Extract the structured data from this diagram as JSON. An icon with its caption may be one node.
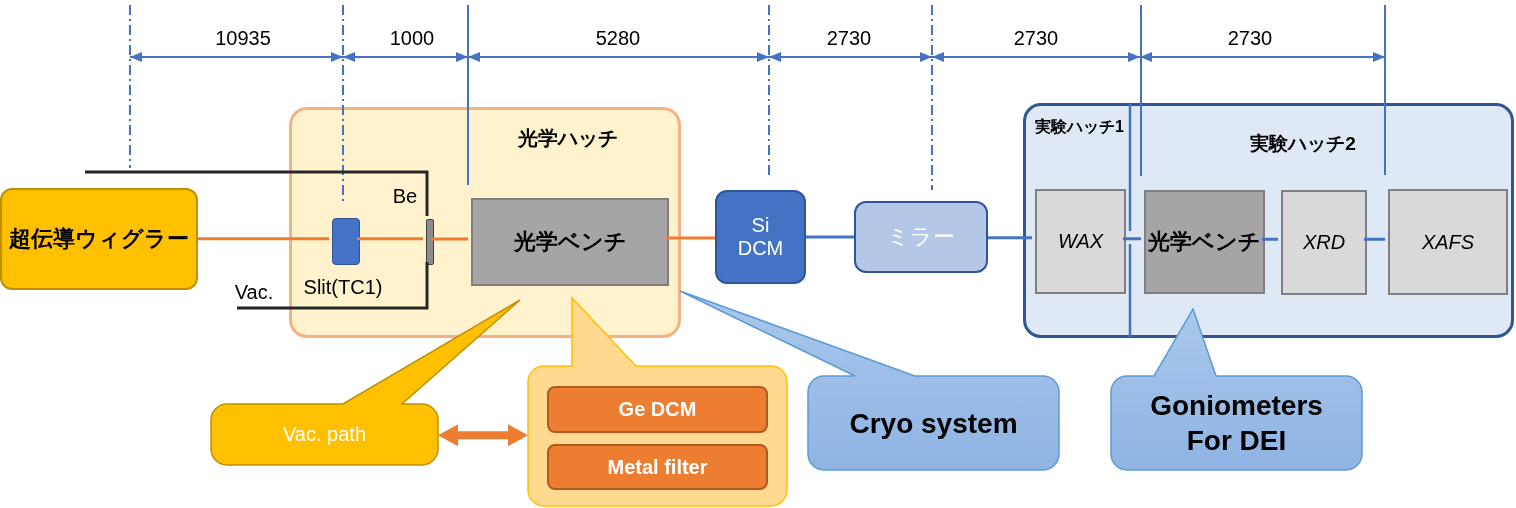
{
  "diagram": {
    "nodes": [
      {
        "text": [
          "超伝導ウィグラー"
        ]
      },
      {
        "text": [
          "光学ハッチ"
        ]
      },
      {
        "text": [],
        "shape": "box",
        "in": 1
      },
      {
        "text": [],
        "shape": "bar",
        "in": 1
      },
      {
        "text": [
          "光学ベンチ"
        ],
        "in": 1
      },
      {
        "text": [
          "Si DCM"
        ]
      },
      {
        "text": [
          "ミラー"
        ]
      },
      {
        "text": [
          "実験ハッチ1",
          "実験ハッチ2"
        ]
      },
      {
        "text": [
          "WAX"
        ],
        "in": 7
      },
      {
        "text": [
          "光学ベンチ"
        ],
        "in": 7
      },
      {
        "text": [
          "XRD"
        ],
        "in": 7
      },
      {
        "text": [
          "XAFS"
        ],
        "in": 7
      },
      {
        "text": [
          "Vac. path"
        ]
      },
      {
        "text": [],
        "shape": "callout"
      },
      {
        "text": [
          "Ge DCM"
        ],
        "in": 13
      },
      {
        "text": [
          "Metal filter"
        ],
        "in": 13
      },
      {
        "text": [
          "Cryo system"
        ]
      },
      {
        "text": [
          "Goniometers For DEI"
        ]
      }
    ],
    "edges": [
      {
        "from": 0,
        "to": 2,
        "arrow": "none",
        "color": "#ed7d31"
      },
      {
        "from": 2,
        "to": 3,
        "arrow": "none",
        "color": "#ed7d31"
      },
      {
        "from": 3,
        "to": 4,
        "arrow": "none",
        "color": "#ed7d31"
      },
      {
        "from": 4,
        "to": 5,
        "arrow": "none",
        "color": "#ed7d31"
      },
      {
        "from": 5,
        "to": 6,
        "arrow": "none",
        "color": "#4472c4"
      },
      {
        "from": 6,
        "to": 8,
        "arrow": "none",
        "color": "#4472c4"
      },
      {
        "from": 8,
        "to": 9,
        "arrow": "none",
        "color": "#4472c4"
      },
      {
        "from": 9,
        "to": 10,
        "arrow": "none",
        "color": "#4472c4"
      },
      {
        "from": 10,
        "to": 11,
        "arrow": "none",
        "color": "#4472c4"
      },
      {
        "from": 12,
        "to": 13,
        "arrow": "both",
        "style": "thick",
        "color": "#ed7d31"
      }
    ],
    "labels": [
      "10935",
      "1000",
      "5280",
      "2730",
      "2730",
      "2730",
      "Be",
      "Vac.",
      "Slit(TC1)"
    ]
  }
}
